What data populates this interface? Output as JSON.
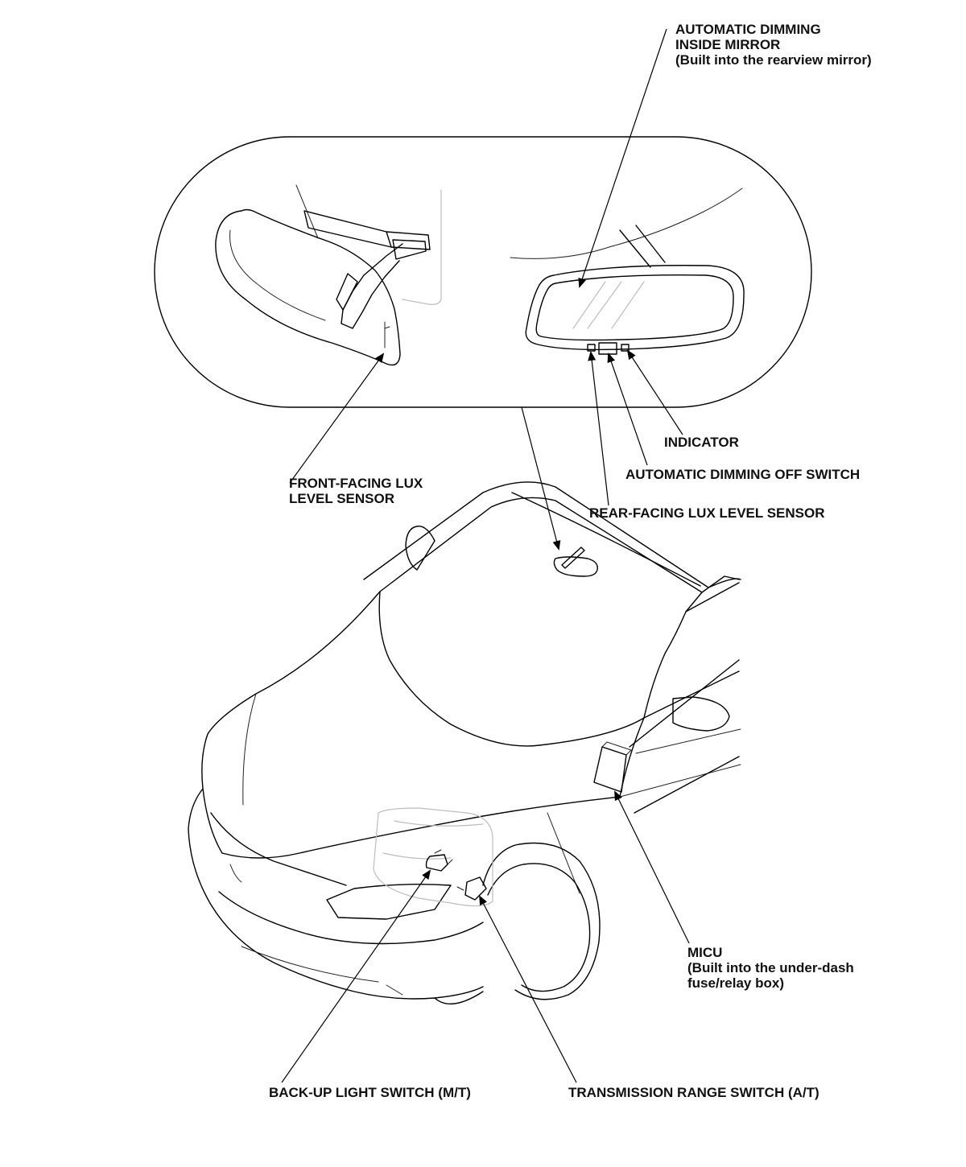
{
  "labels": {
    "auto_mirror": [
      "AUTOMATIC DIMMING",
      "INSIDE MIRROR",
      "(Built into the rearview mirror)"
    ],
    "front_lux": [
      "FRONT-FACING LUX",
      "LEVEL SENSOR"
    ],
    "indicator": [
      "INDICATOR"
    ],
    "dimming_off_switch": [
      "AUTOMATIC DIMMING OFF SWITCH"
    ],
    "rear_lux": [
      "REAR-FACING LUX LEVEL SENSOR"
    ],
    "micu": [
      "MICU",
      "(Built into the under-dash",
      "fuse/relay box)"
    ],
    "backup_switch": [
      "BACK-UP LIGHT SWITCH (M/T)"
    ],
    "range_switch": [
      "TRANSMISSION RANGE SWITCH (A/T)"
    ]
  },
  "colors": {
    "line": "#000000",
    "faint_line": "#bdbdbd",
    "text": "#111111",
    "background": "#ffffff"
  }
}
